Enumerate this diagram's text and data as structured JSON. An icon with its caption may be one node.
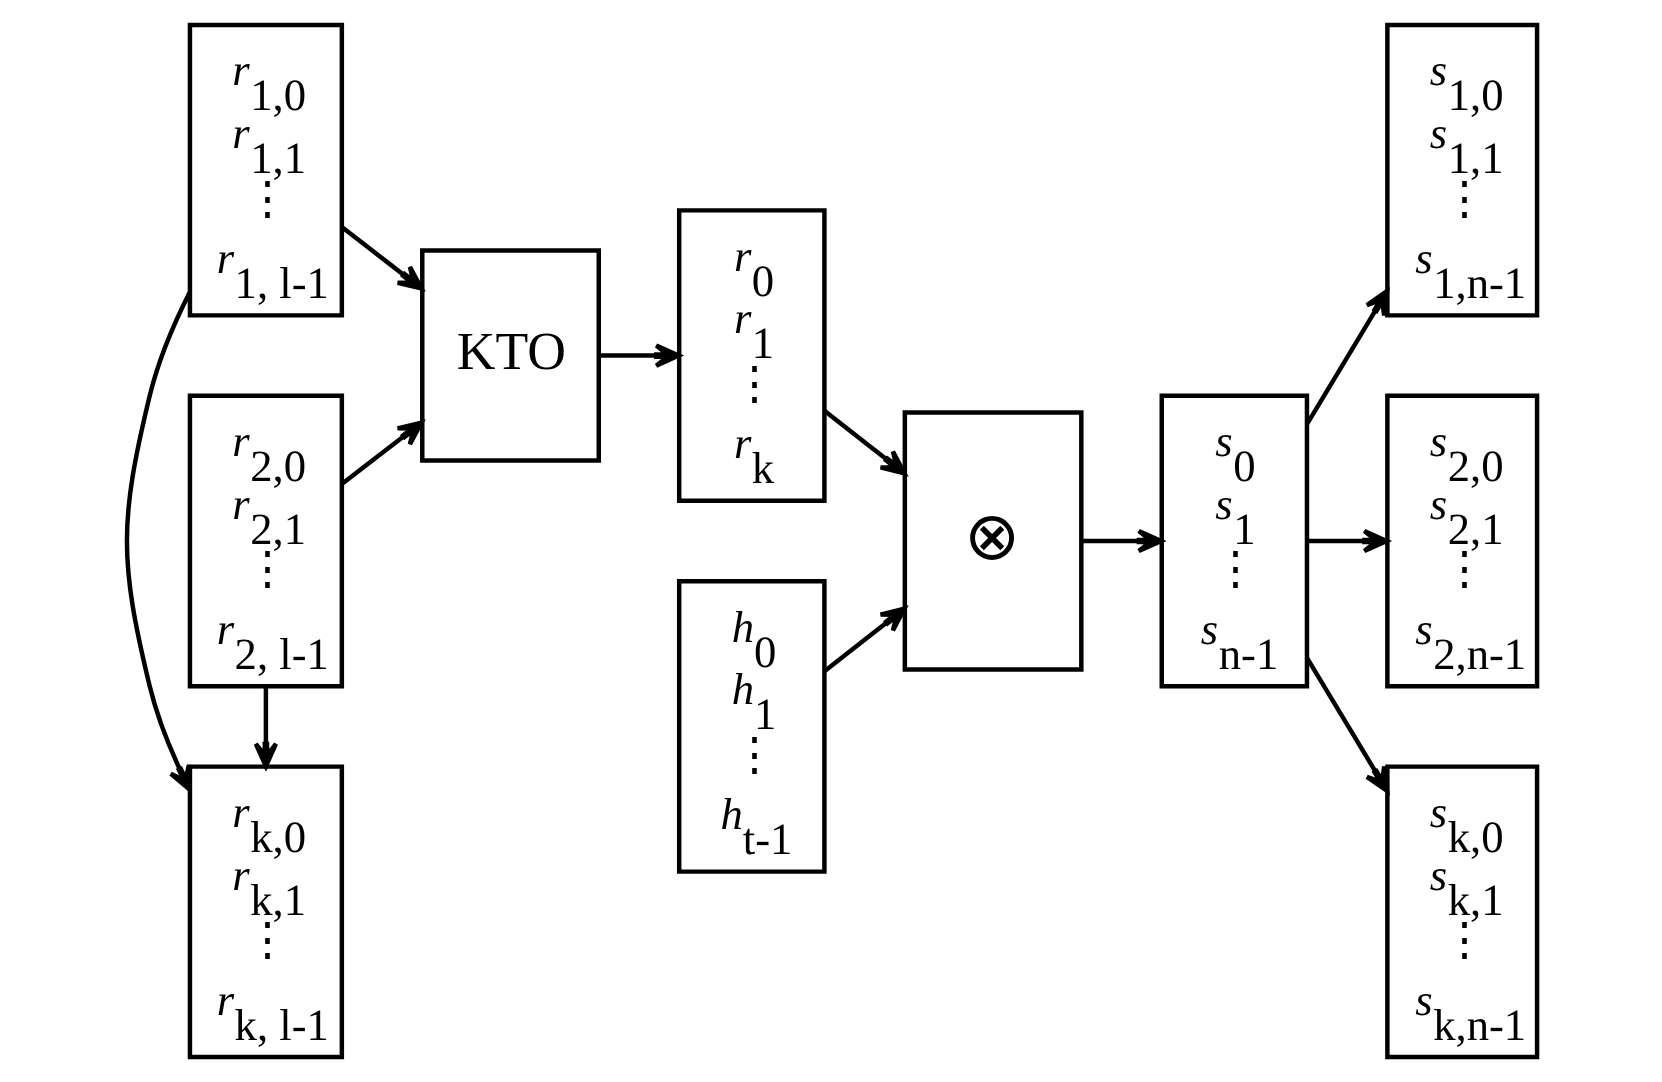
{
  "diagram": {
    "nodes": [
      {
        "text": [
          "r$_{1,0}$",
          "r$_{1,1}$",
          "⋮",
          "r$_{1, l-1}$"
        ]
      },
      {
        "text": [
          "r$_{2,0}$",
          "r$_{2,1}$",
          "⋮",
          "r$_{2, l-1}$"
        ]
      },
      {
        "text": [
          "r$_{k,0}$",
          "r$_{k,1}$",
          "⋮",
          "r$_{k, l-1}$"
        ]
      },
      {
        "text": [
          "KTO"
        ]
      },
      {
        "text": [
          "r$_{0}$",
          "r$_{1}$",
          "⋮",
          "r$_{k}$"
        ]
      },
      {
        "text": [
          "h$_{0}$",
          "h$_{1}$",
          "⋮",
          "h$_{t-1}$"
        ]
      },
      {
        "text": [
          "⊗"
        ]
      },
      {
        "text": [
          "s$_{0}$",
          "s$_{1}$",
          "⋮",
          "s$_{n-1}$"
        ]
      },
      {
        "text": [
          "s$_{1,0}$",
          "s$_{1,1}$",
          "⋮",
          "s$_{1,n-1}$"
        ]
      },
      {
        "text": [
          "s$_{2,0}$",
          "s$_{2,1}$",
          "⋮",
          "s$_{2,n-1}$"
        ]
      },
      {
        "text": [
          "s$_{k,0}$",
          "s$_{k,1}$",
          "⋮",
          "s$_{k,n-1}$"
        ]
      }
    ],
    "edges": [
      {
        "from": 0,
        "to": 3,
        "arrow": "to"
      },
      {
        "from": 0,
        "to": 2,
        "arrow": "to"
      },
      {
        "from": 1,
        "to": 3,
        "arrow": "to"
      },
      {
        "from": 1,
        "to": 2,
        "arrow": "to"
      },
      {
        "from": 3,
        "to": 4,
        "arrow": "to"
      },
      {
        "from": 4,
        "to": 6,
        "arrow": "to"
      },
      {
        "from": 5,
        "to": 6,
        "arrow": "to"
      },
      {
        "from": 6,
        "to": 7,
        "arrow": "to"
      },
      {
        "from": 7,
        "to": 8,
        "arrow": "to"
      },
      {
        "from": 7,
        "to": 9,
        "arrow": "to"
      },
      {
        "from": 7,
        "to": 10,
        "arrow": "to"
      }
    ]
  }
}
